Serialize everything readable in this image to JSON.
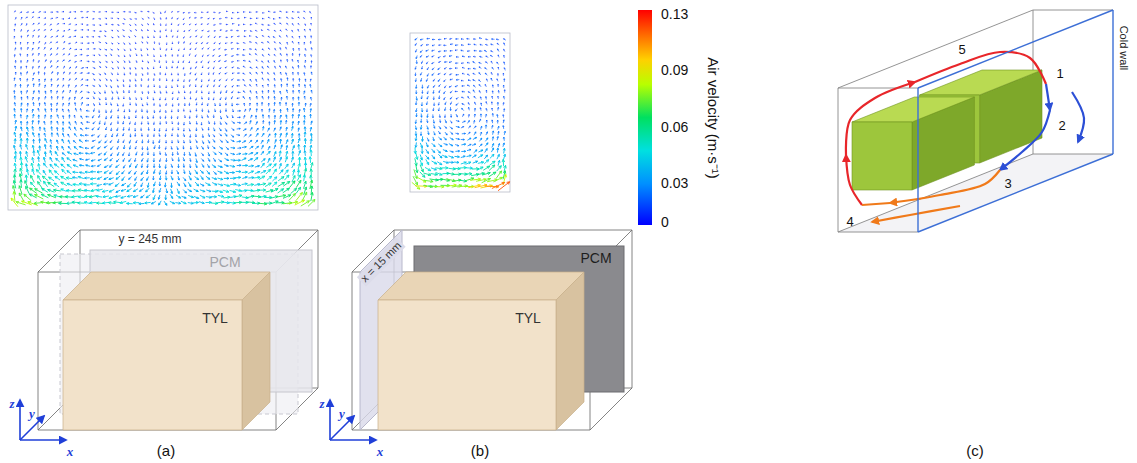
{
  "diagram": {
    "nodes": [
      {
        "text": [
          "PCM"
        ]
      },
      {
        "text": [
          "TYL"
        ]
      },
      {
        "text": [
          "PCM"
        ]
      },
      {
        "text": [
          "TYL"
        ]
      }
    ],
    "labels": [
      "y = 245 mm",
      "z",
      "y",
      "x",
      "(a)",
      "x = 15 mm",
      "z",
      "y",
      "x",
      "(b)",
      "0.13",
      "0.09",
      "0.06",
      "0.03",
      "0",
      "Air velocity (m·s⁻¹)",
      "Cold wall",
      "1",
      "2",
      "3",
      "4",
      "5",
      "(c)"
    ]
  }
}
